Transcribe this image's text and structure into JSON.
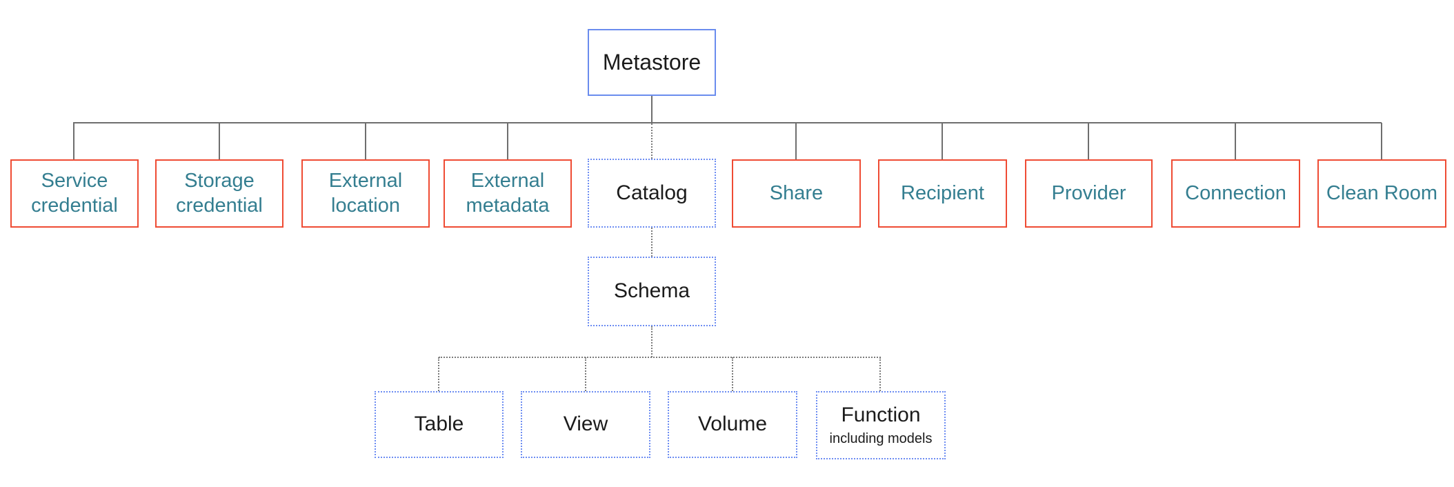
{
  "nodes": {
    "metastore": {
      "label": "Metastore"
    },
    "service_credential": {
      "label": "Service credential"
    },
    "storage_credential": {
      "label": "Storage credential"
    },
    "external_location": {
      "label": "External location"
    },
    "external_metadata": {
      "label": "External metadata"
    },
    "catalog": {
      "label": "Catalog"
    },
    "share": {
      "label": "Share"
    },
    "recipient": {
      "label": "Recipient"
    },
    "provider": {
      "label": "Provider"
    },
    "connection": {
      "label": "Connection"
    },
    "clean_room": {
      "label": "Clean Room"
    },
    "schema": {
      "label": "Schema"
    },
    "table": {
      "label": "Table"
    },
    "view": {
      "label": "View"
    },
    "volume": {
      "label": "Volume"
    },
    "function": {
      "label": "Function",
      "sublabel": "including models"
    }
  },
  "colors": {
    "red": "#EF4B33",
    "teal": "#347E90",
    "blue_solid": "#6A8CEE",
    "blue_dotted": "#6C8CF2",
    "line_gray": "#6E6E6E",
    "line_dot": "#7A7A7A",
    "text_black": "#1B1B1B",
    "bg": "#FFFFFF"
  }
}
